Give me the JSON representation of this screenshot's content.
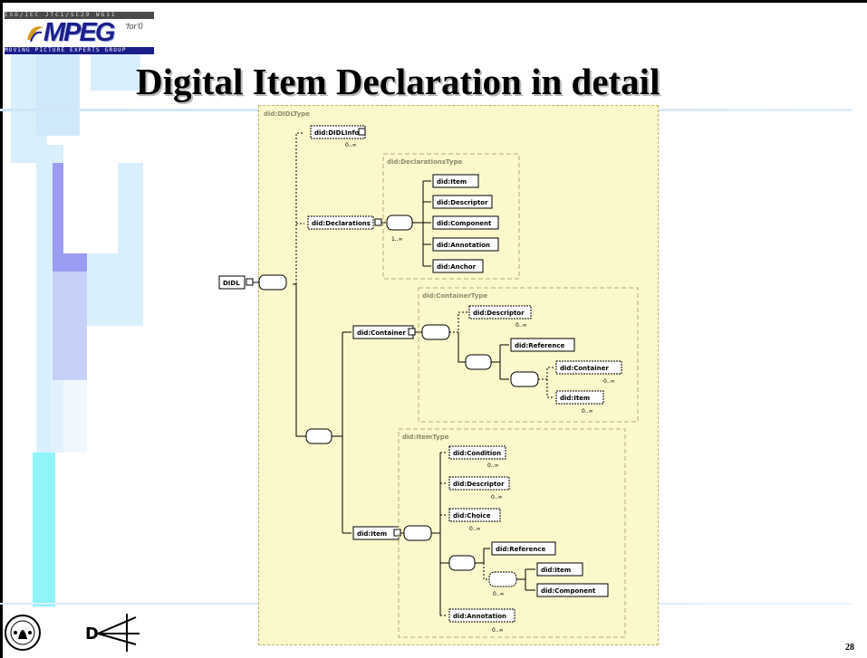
{
  "slide": {
    "title": "Digital Item Declaration in detail",
    "page_number": "28"
  },
  "logo": {
    "word": "MPEG",
    "superscript": "ʻforʻ0",
    "band_top": "ISO/IEC JTC1/SC29 WG11",
    "band_bottom": "MOVING PICTURE EXPERTS GROUP"
  },
  "colors": {
    "diagram_background": "#fbf8cc",
    "title_text": "#000000",
    "logo_blue": "#1b1e8a",
    "deco_light_blue": "#d6eefc",
    "deco_purple": "#9a9cf2",
    "deco_cyan": "#8ff5f8"
  },
  "diagram": {
    "root": "DIDL",
    "root_type": "did:DIDLType",
    "didl_info": {
      "label": "did:DIDLInfo",
      "card": "0..∞"
    },
    "declarations": {
      "label": "did:Declarations",
      "type": "did:DeclarationsType",
      "card": "1..∞",
      "children": [
        "did:Item",
        "did:Descriptor",
        "did:Component",
        "did:Annotation",
        "did:Anchor"
      ]
    },
    "container": {
      "label": "did:Container",
      "type": "did:ContainerType",
      "descriptor": {
        "label": "did:Descriptor",
        "card": "0..∞"
      },
      "reference": "did:Reference",
      "sub_container": {
        "label": "did:Container",
        "card": "0..∞"
      },
      "sub_item": {
        "label": "did:Item",
        "card": "0..∞"
      }
    },
    "item": {
      "label": "did:Item",
      "type": "did:ItemType",
      "condition": {
        "label": "did:Condition",
        "card": "0..∞"
      },
      "descriptor": {
        "label": "did:Descriptor",
        "card": "0..∞"
      },
      "choice": {
        "label": "did:Choice",
        "card": "0..∞"
      },
      "reference": "did:Reference",
      "choice_card": "0..∞",
      "sub_item": "did:Item",
      "component": "did:Component",
      "annotation": {
        "label": "did:Annotation",
        "card": "0..∞"
      }
    }
  }
}
